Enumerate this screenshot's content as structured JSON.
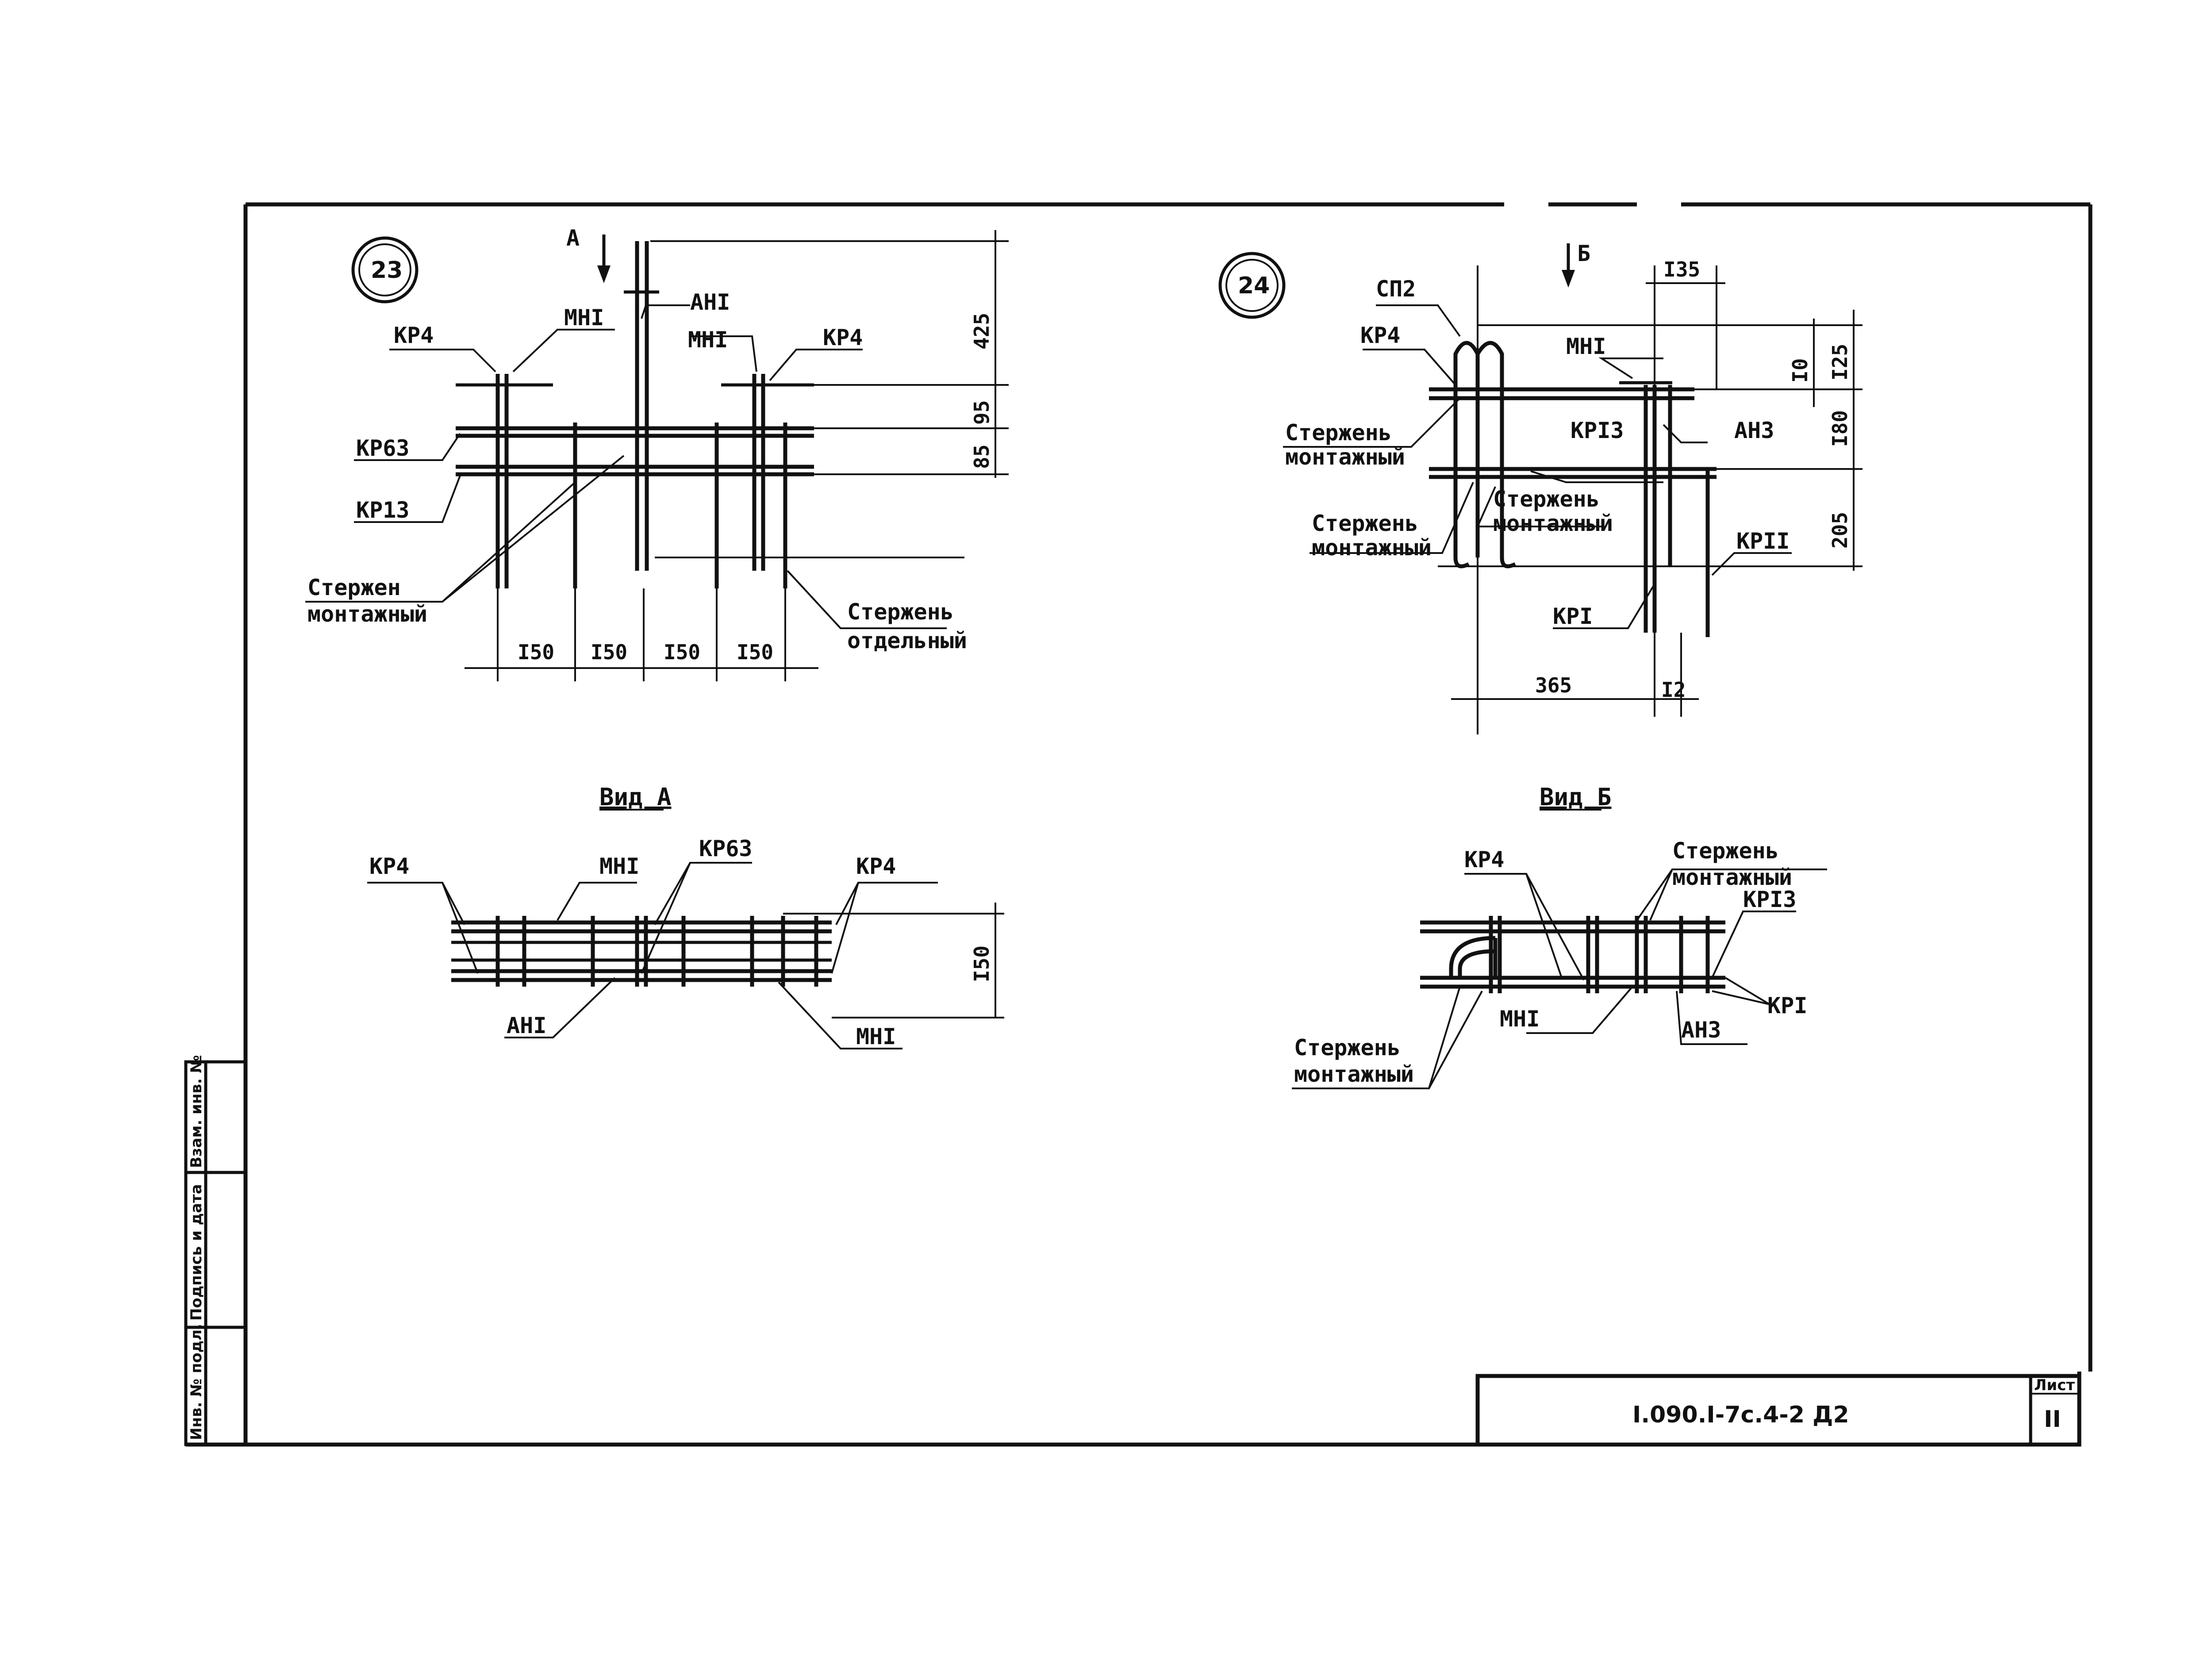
{
  "detail_23": {
    "number": "23",
    "view_arrow": "А",
    "labels": {
      "kr4_left": "КР4",
      "mn1_left": "МНI",
      "an1": "АНI",
      "mn1_right": "МНI",
      "kr4_right": "КР4",
      "kr63": "КР63",
      "kr13": "КР13",
      "rod_mount_1": "Стержен",
      "rod_mount_2": "монтажный",
      "rod_sep_1": "Стержень",
      "rod_sep_2": "отдельный"
    },
    "dims": {
      "d1": "I50",
      "d2": "I50",
      "d3": "I50",
      "d4": "I50",
      "v425": "425",
      "v95": "95",
      "v85": "85"
    }
  },
  "detail_24": {
    "number": "24",
    "view_arrow": "Б",
    "labels": {
      "sp2": "СП2",
      "kr4": "КР4",
      "mn1": "МНI",
      "rod_mount_a1": "Стержень",
      "rod_mount_a2": "монтажный",
      "kr13": "КРI3",
      "an3": "АН3",
      "rod_mount_b1": "Стержень",
      "rod_mount_b2": "монтажный",
      "rod_mount_c1": "Стержень",
      "rod_mount_c2": "монтажный",
      "kr11": "КРII",
      "kr1": "КРI"
    },
    "dims": {
      "h135": "I35",
      "v10": "I0",
      "v125": "I25",
      "v180": "I80",
      "v205": "205",
      "h365": "365",
      "h12": "I2"
    }
  },
  "view_a": {
    "title": "Вид А",
    "labels": {
      "kr4_left": "КР4",
      "mn1_top": "МНI",
      "kr63": "КР63",
      "kr4_right": "КР4",
      "an1": "АНI",
      "mn1_bottom": "МНI"
    },
    "dims": {
      "v150": "I50"
    }
  },
  "view_b": {
    "title": "Вид Б",
    "labels": {
      "kr4": "КР4",
      "rod_mount_top1": "Стержень",
      "rod_mount_top2": "монтажный",
      "kr13": "КРI3",
      "mn1": "МНI",
      "kr1": "КРI",
      "an3": "АН3",
      "rod_mount_bot1": "Стержень",
      "rod_mount_bot2": "монтажный"
    }
  },
  "side_stamp": {
    "col1": "Взам. инв. №",
    "col2": "Подпись и дата",
    "col3": "Инв. № подл."
  },
  "title_block": {
    "code": "I.090.I-7с.4-2 Д2",
    "sheet_label": "Лист",
    "sheet_number": "II"
  }
}
